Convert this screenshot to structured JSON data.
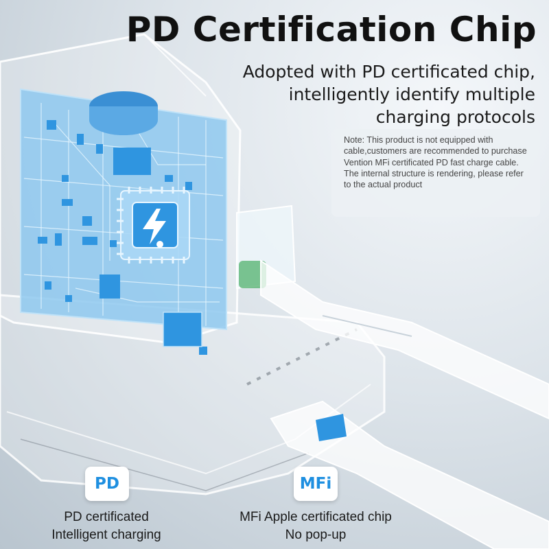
{
  "header": {
    "title": "PD Certification Chip",
    "subtitle_lines": [
      "Adopted with PD certificated chip,",
      "intelligently identify multiple",
      "charging protocols"
    ]
  },
  "note": {
    "text": "Note: This product is not equipped with cable,customers are recommended to purchase Vention MFi certificated PD fast charge cable. The internal structure is rendering, please refer to the actual product"
  },
  "features": [
    {
      "badge": "PD",
      "caption_lines": [
        "PD certificated",
        "Intelligent charging"
      ]
    },
    {
      "badge": "MFi",
      "caption_lines": [
        "MFi Apple certificated chip",
        "No pop-up"
      ]
    }
  ],
  "colors": {
    "accent": "#1e8fe0",
    "chip_blue": "#4aa9ea",
    "title": "#111111"
  },
  "icons": [
    "lightning-icon",
    "chip-icon"
  ]
}
